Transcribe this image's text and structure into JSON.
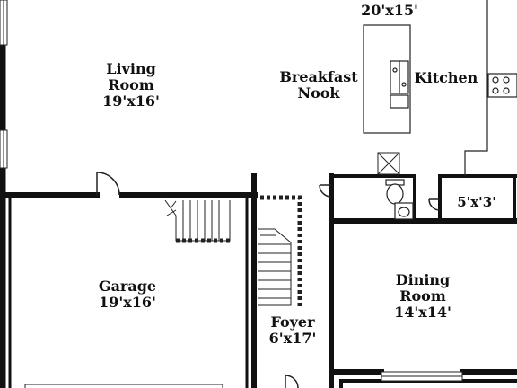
{
  "rooms": {
    "living_room": {
      "line1": "Living",
      "line2": "Room",
      "size": "19'x16'"
    },
    "kitchen": {
      "size": "20'x15'",
      "name": "Kitchen"
    },
    "breakfast_nook": {
      "line1": "Breakfast",
      "line2": "Nook"
    },
    "garage": {
      "name": "Garage",
      "size": "19'x16'"
    },
    "dining_room": {
      "line1": "Dining",
      "line2": "Room",
      "size": "14'x14'"
    },
    "foyer": {
      "name": "Foyer",
      "size": "6'x17'"
    },
    "closet": {
      "size": "5'x'3'"
    }
  },
  "colors": {
    "wall": "#111111",
    "background": "#ffffff",
    "fixture": "#222222"
  }
}
